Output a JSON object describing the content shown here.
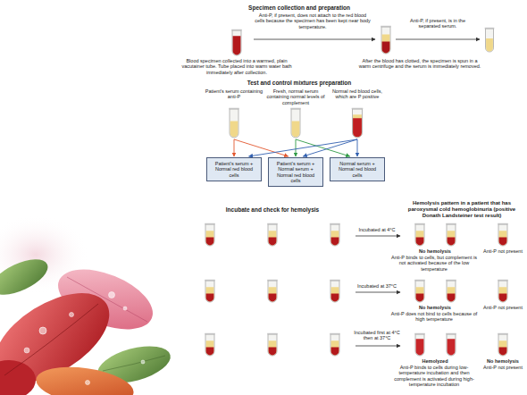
{
  "diagram": {
    "nodes": [
      {
        "text": [
          "Patient's serum containing anti-P"
        ]
      },
      {
        "text": [
          "Fresh, normal serum containing normal levels of complement"
        ]
      },
      {
        "text": [
          "Normal red blood cells, which are P positive"
        ]
      },
      {
        "text": [
          "Patient's serum + Normal red blood cells"
        ]
      },
      {
        "text": [
          "Patient's serum + Normal serum + Normal red blood cells"
        ]
      },
      {
        "text": [
          "Normal serum + Normal red blood cells"
        ]
      }
    ],
    "edges": [
      {
        "from": 0,
        "to": 3,
        "arrow": "to"
      },
      {
        "from": 0,
        "to": 4,
        "arrow": "to"
      },
      {
        "from": 1,
        "to": 4,
        "arrow": "to"
      },
      {
        "from": 1,
        "to": 5,
        "arrow": "to"
      },
      {
        "from": 2,
        "to": 3,
        "arrow": "to"
      },
      {
        "from": 2,
        "to": 4,
        "arrow": "to"
      },
      {
        "from": 2,
        "to": 5,
        "arrow": "to"
      }
    ],
    "labels": [
      "Specimen collection and preparation",
      "Anti-P, if present, does not attach to the red blood cells because the specimen has been kept near body temperature.",
      "Anti-P, if present, is in the separated serum.",
      "Blood specimen collected into a warmed, plain vacutainer tube. Tube placed into warm water bath immediately after collection.",
      "After the blood has clotted, the specimen is spun in a warm centrifuge and the serum is immediately removed.",
      "Test and control mixtures preparation",
      "Incubate and check for hemolysis",
      "Hemolysis pattern in a patient that has paroxysmal cold hemoglobinuria (positive Donath Landsteiner test result)",
      "Incubated at 4°C",
      "No hemolysis",
      "Anti-P binds to cells, but complement is not activated because of the low temperature",
      "Anti-P not present",
      "Incubated at 37°C",
      "No hemolysis",
      "Anti-P does not bind to cells because of high temperature",
      "Anti-P not present",
      "Incubated first at 4°C then at 37°C",
      "Hemolyzed",
      "No hemolysis",
      "Anti-P binds to cells during low-temperature incubation and then complement is activated during high-temperature incubation",
      "Anti-P not present"
    ]
  }
}
